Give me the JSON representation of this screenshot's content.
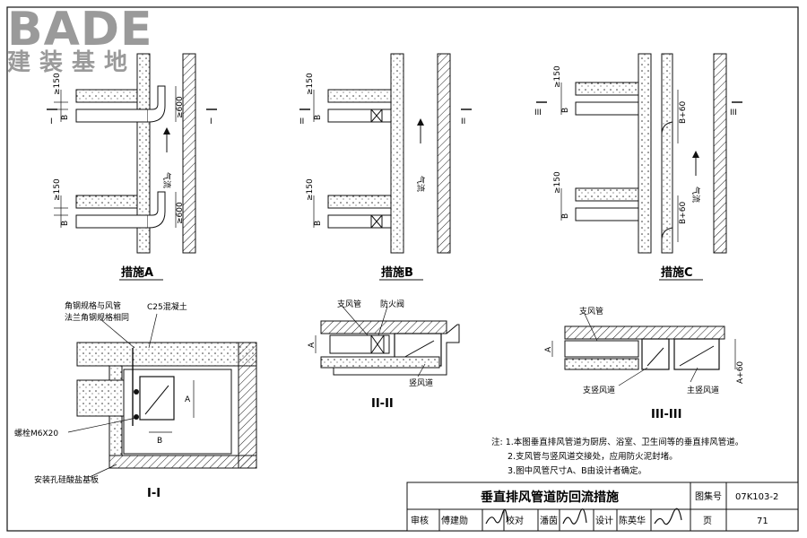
{
  "logo": {
    "brand": "BADE",
    "subtitle": "建装基地"
  },
  "figures": {
    "a": {
      "caption": "措施A",
      "section": "I",
      "dims": {
        "min150": "≥150",
        "b": "B",
        "h600": "≥600"
      },
      "airflow": "气流"
    },
    "b": {
      "caption": "措施B",
      "section": "II",
      "dims": {
        "min150": "≥150",
        "b": "B"
      },
      "airflow": "气流"
    },
    "c": {
      "caption": "措施C",
      "section": "III",
      "dims": {
        "min150": "≥150",
        "b": "B",
        "b60": "B+60"
      },
      "airflow": "气流"
    }
  },
  "sections": {
    "s1": {
      "caption": "I-I",
      "labels": {
        "angle_steel_1": "角钢规格与风管",
        "angle_steel_2": "法兰角钢规格相同",
        "concrete": "C25混凝土",
        "bolt": "螺栓M6X20",
        "board": "安装孔硅酸盐基板",
        "dim_a": "A",
        "dim_b": "B"
      }
    },
    "s2": {
      "caption": "II-II",
      "labels": {
        "branch": "支风管",
        "damper": "防火阀",
        "vertical": "竖风道",
        "dim_a": "A"
      }
    },
    "s3": {
      "caption": "III-III",
      "labels": {
        "branch": "支风管",
        "branch_vertical": "支竖风道",
        "main_vertical": "主竖风道",
        "dim_a": "A",
        "dim_a60": "A+60"
      }
    }
  },
  "notes": [
    "注: 1.本图垂直排风管道为厨房、浴室、卫生间等的垂直排风管道。",
    "2.支风管与竖风道交接处，应用防火泥封堵。",
    "3.图中风管尺寸A、B由设计者确定。"
  ],
  "title_block": {
    "title": "垂直排风管道防回流措施",
    "atlas_label": "图集号",
    "atlas_no": "07K103-2",
    "review_label": "审核",
    "reviewer": "傅建勋",
    "check_label": "校对",
    "checker": "潘茵",
    "design_label": "设计",
    "designer": "陈英华",
    "page_label": "页",
    "page_no": "71"
  }
}
